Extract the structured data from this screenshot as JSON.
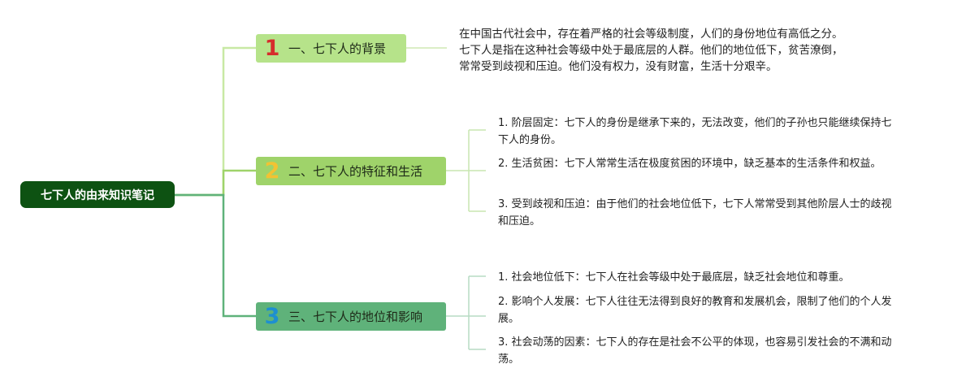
{
  "root": {
    "title": "七下人的由来知识笔记"
  },
  "branches": [
    {
      "number": "1",
      "label": "一、七下人的背景",
      "paragraph": [
        "在中国古代社会中，存在着严格的社会等级制度，人们的身份地位有高低之分。",
        "七下人是指在这种社会等级中处于最底层的人群。他们的地位低下，贫苦潦倒，",
        "常常受到歧视和压迫。他们没有权力，没有财富，生活十分艰辛。"
      ]
    },
    {
      "number": "2",
      "label": "二、七下人的特征和生活",
      "items": [
        "1. 阶层固定：七下人的身份是继承下来的，无法改变，他们的子孙也只能继续保持七下人的身份。",
        "2. 生活贫困：七下人常常生活在极度贫困的环境中，缺乏基本的生活条件和权益。",
        "3. 受到歧视和压迫：由于他们的社会地位低下，七下人常常受到其他阶层人士的歧视和压迫。"
      ]
    },
    {
      "number": "3",
      "label": "三、七下人的地位和影响",
      "items": [
        "1. 社会地位低下：七下人在社会等级中处于最底层，缺乏社会地位和尊重。",
        "2. 影响个人发展：七下人往往无法得到良好的教育和发展机会，限制了他们的个人发展。",
        "3. 社会动荡的因素：七下人的存在是社会不公平的体现，也容易引发社会的不满和动荡。"
      ]
    }
  ],
  "colors": {
    "root": "#0d5212",
    "branch1": "#b6e38a",
    "branch2": "#9fd36a",
    "branch3": "#5fb27a",
    "num1": "#d62c2c",
    "num2": "#f2c233",
    "num3": "#1e8fd0"
  }
}
